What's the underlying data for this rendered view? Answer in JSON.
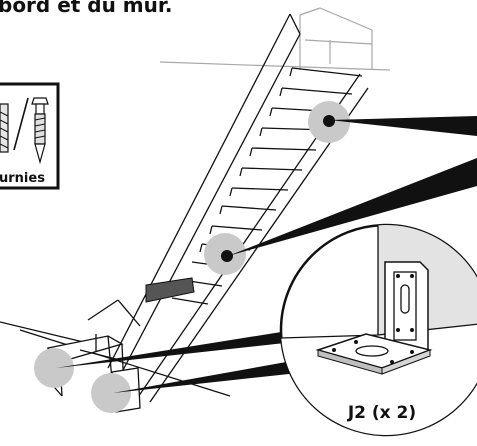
{
  "heading": "bord et du mur.",
  "hardware_box": {
    "caption": "urnies",
    "icons": [
      "wall-plug-icon",
      "anchor-bolt-icon"
    ]
  },
  "detail_callout": {
    "part_label": "J2 (x 2)"
  },
  "colors": {
    "ink": "#111111",
    "highlight": "#c9c9c9",
    "faded_line": "#a8a8a8",
    "dark_riser": "#555555"
  }
}
